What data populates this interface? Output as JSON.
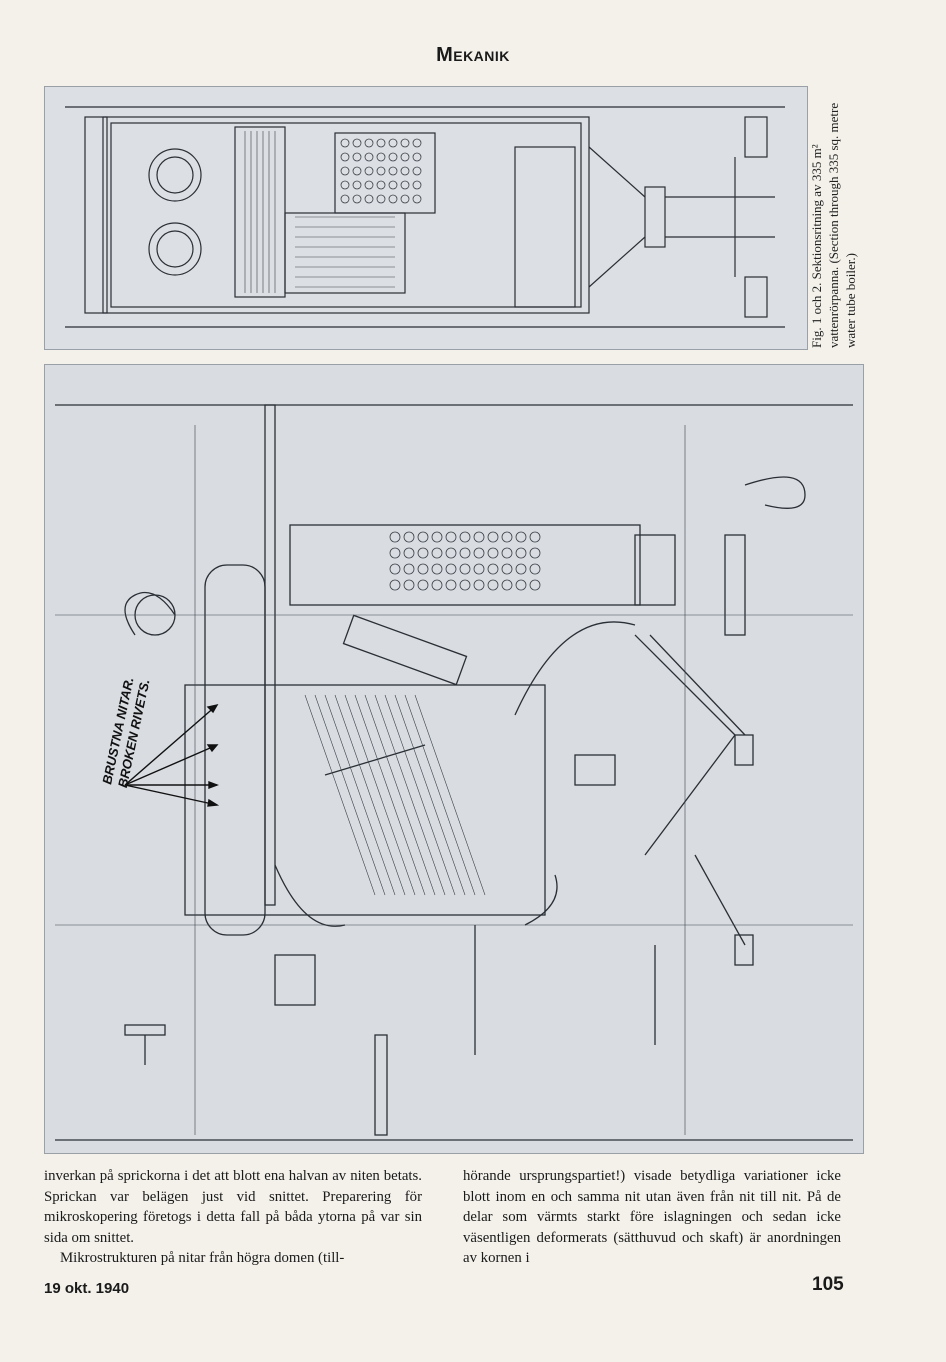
{
  "header": {
    "title": "Mekanik"
  },
  "figure1": {
    "caption": "Fig. 1 och 2. Sektionsritning av 335 m² vattenrörpanna. (Section through 335 sq. metre water tube boiler.)"
  },
  "figure2": {
    "annotation_sv": "BRUSTNA NITAR.",
    "annotation_en": "BROKEN RIVETS."
  },
  "body": {
    "left_paragraphs": [
      "inverkan på sprickorna i det att blott ena halvan av niten betats. Sprickan var belägen just vid snittet. Preparering för mikroskopering företogs i detta fall på båda ytorna på var sin sida om snittet.",
      "Mikrostrukturen på nitar från högra domen (till-"
    ],
    "right_paragraphs": [
      "hörande ursprungspartiet!) visade betydliga variationer icke blott inom en och samma nit utan även från nit till nit. På de delar som värmts starkt före islagningen och sedan icke väsentligen deformerats (sätthuvud och skaft) är anordningen av kornen i"
    ]
  },
  "footer": {
    "date": "19 okt. 1940",
    "page_number": "105"
  }
}
